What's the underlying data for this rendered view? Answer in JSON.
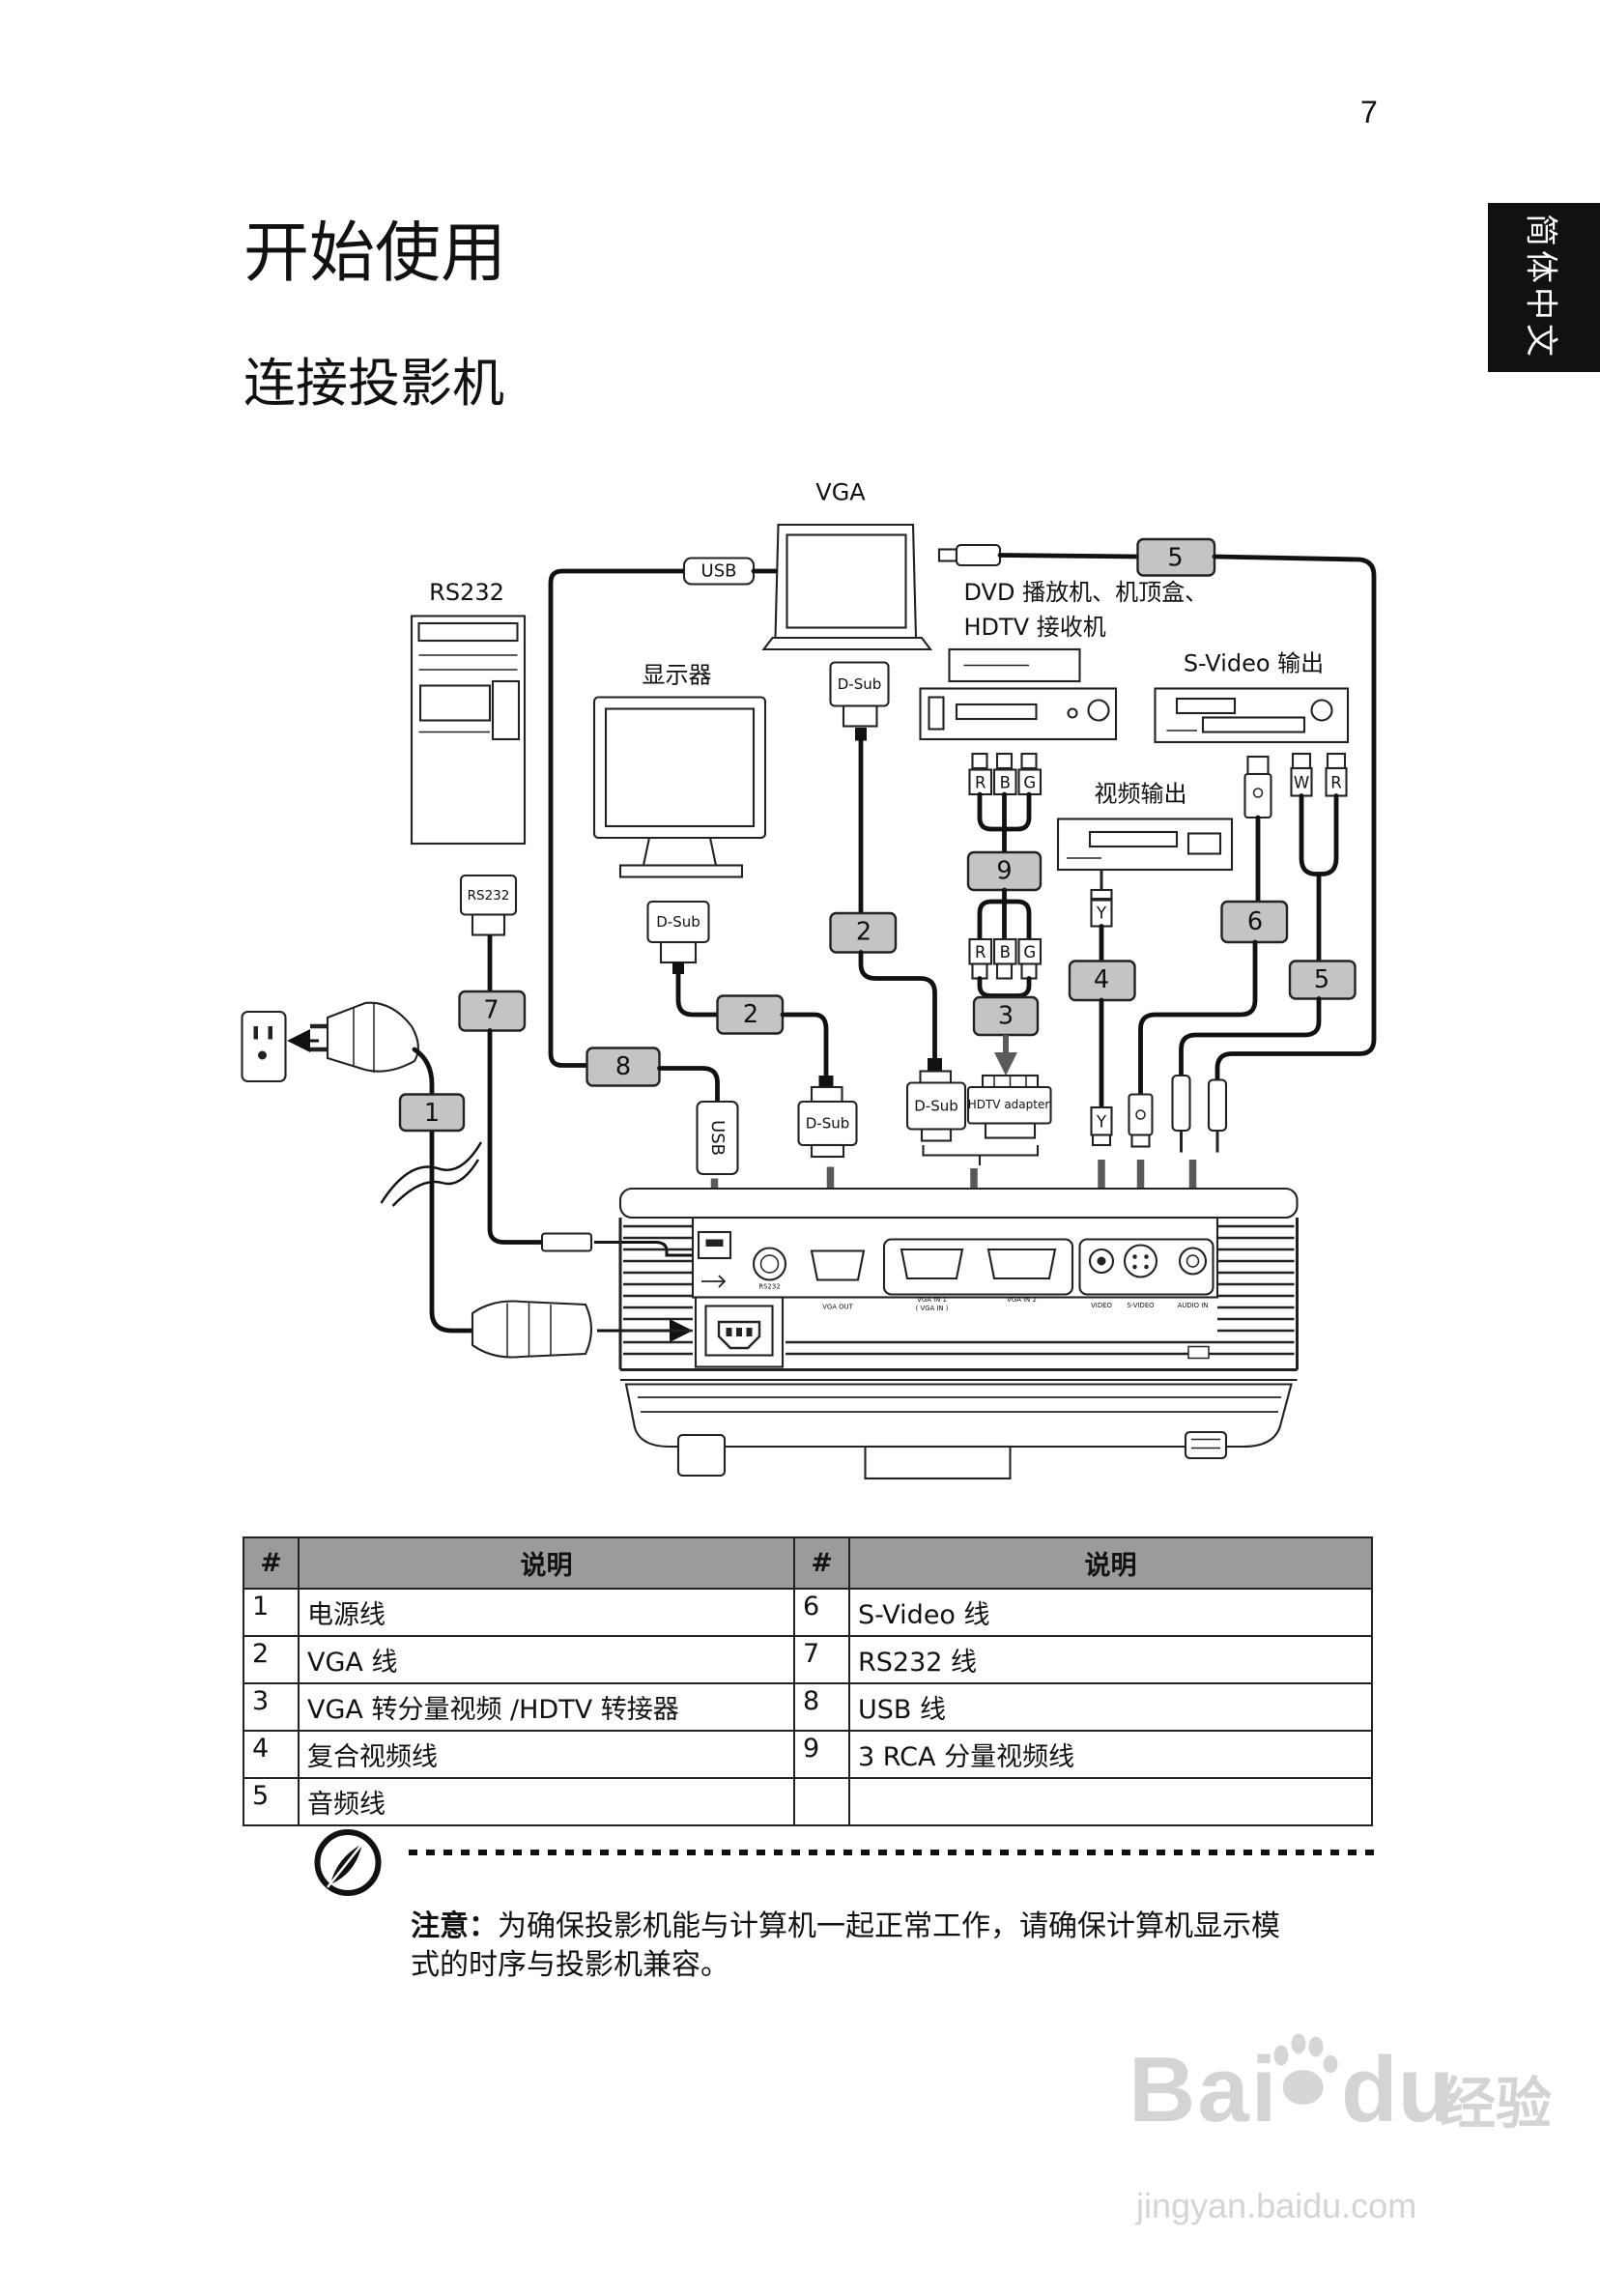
{
  "page_number": "7",
  "side_tab": "简体中文",
  "title": "开始使用",
  "section_title": "连接投影机",
  "diagram": {
    "labels": {
      "laptop": "VGA",
      "pc": "RS232",
      "monitor": "显示器",
      "dvd_line1": "DVD 播放机、机顶盒、",
      "dvd_line2": "HDTV 接收机",
      "svideo_out": "S-Video 输出",
      "video_out": "视频输出"
    },
    "cable_numbers": {
      "c1": "1",
      "c2": "2",
      "c3": "3",
      "c4": "4",
      "c5": "5",
      "c6": "6",
      "c7": "7",
      "c8": "8",
      "c9": "9"
    },
    "connectors": {
      "usb": "USB",
      "dsub": "D-Sub",
      "rs232": "RS232",
      "hdtv_adapter": "HDTV adapter",
      "r": "R",
      "b": "B",
      "g": "G",
      "y": "Y",
      "w": "W"
    },
    "ports": {
      "rs232": "RS232",
      "vga_out": "VGA OUT",
      "vga_in1": "VGA IN 1",
      "vga_in1_sub": "( VGA IN )",
      "vga_in2": "VGA IN 2",
      "video": "VIDEO",
      "svideo": "S-VIDEO",
      "audio_in": "AUDIO IN"
    }
  },
  "table": {
    "headers": [
      "#",
      "说明",
      "#",
      "说明"
    ],
    "rows": [
      [
        "1",
        "电源线",
        "6",
        "S-Video 线"
      ],
      [
        "2",
        "VGA 线",
        "7",
        "RS232 线"
      ],
      [
        "3",
        "VGA 转分量视频 /HDTV 转接器",
        "8",
        "USB 线"
      ],
      [
        "4",
        "复合视频线",
        "9",
        "3 RCA 分量视频线"
      ],
      [
        "5",
        "音频线",
        "",
        ""
      ]
    ]
  },
  "note": {
    "label": "注意：",
    "line1": "为确保投影机能与计算机一起正常工作，请确保计算机显示模",
    "line2": "式的时序与投影机兼容。"
  },
  "watermark": {
    "logo_left": "Bai",
    "logo_right": "du",
    "logo_cn": "经验",
    "url": "jingyan.baidu.com"
  }
}
